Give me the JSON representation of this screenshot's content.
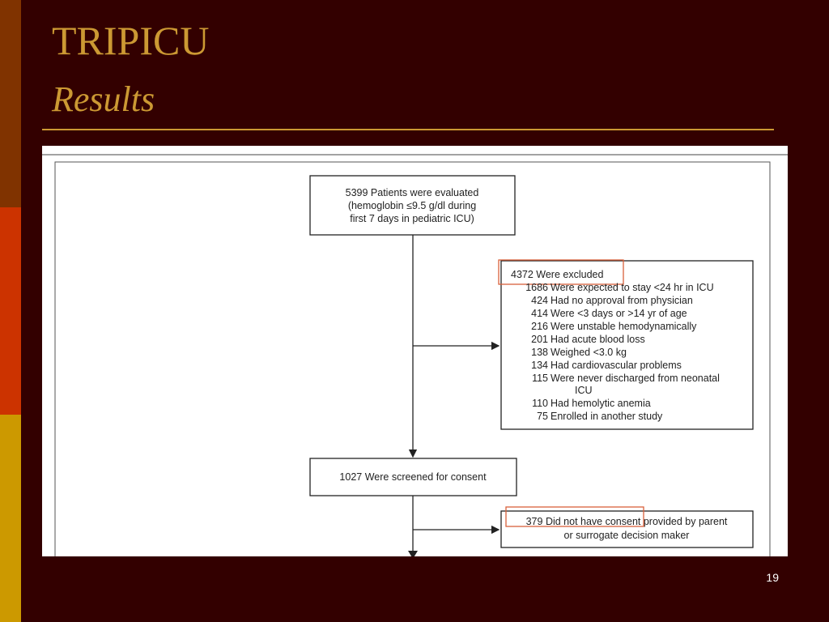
{
  "slide": {
    "title": "TRIPICU",
    "subtitle": "Results",
    "page_number": "19"
  },
  "flowchart": {
    "evaluated": [
      "5399 Patients were evaluated",
      "(hemoglobin ≤9.5 g/dl during",
      "first 7 days in pediatric ICU)"
    ],
    "excluded_header": "4372 Were excluded",
    "exclusions": [
      {
        "count": "1686",
        "reason": "Were expected to stay <24 hr in ICU"
      },
      {
        "count": "424",
        "reason": "Had no approval from physician"
      },
      {
        "count": "414",
        "reason": "Were <3 days or >14 yr of age"
      },
      {
        "count": "216",
        "reason": "Were unstable hemodynamically"
      },
      {
        "count": "201",
        "reason": "Had acute blood loss"
      },
      {
        "count": "138",
        "reason": "Weighed <3.0 kg"
      },
      {
        "count": "134",
        "reason": "Had cardiovascular problems"
      },
      {
        "count": "115",
        "reason": "Were never discharged from neonatal",
        "reason_cont": "ICU"
      },
      {
        "count": "110",
        "reason": "Had hemolytic anemia"
      },
      {
        "count": "75",
        "reason": "Enrolled in another study"
      }
    ],
    "screened": "1027 Were screened for consent",
    "no_consent": [
      "379 Did not have consent provided by parent",
      "or surrogate decision maker"
    ]
  },
  "colors": {
    "background": "#330000",
    "title": "#cc9933",
    "highlight": "#d9603b"
  }
}
